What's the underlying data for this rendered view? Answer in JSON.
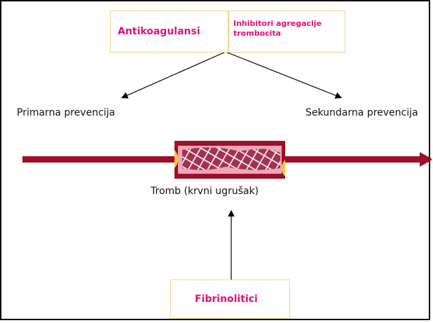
{
  "top_boxes": {
    "left_label": "Antikoagulansi",
    "right_label_line1": "Inhibitori agregacije",
    "right_label_line2": "trombocita"
  },
  "left_label": "Primarna prevencija",
  "right_label": "Sekundarna prevencija",
  "center_label": "Tromb (krvni ugrušak)",
  "bottom_box_label": "Fibrinolitici",
  "colors": {
    "accent_text": "#e0107a",
    "box_border": "#f3d58a",
    "vessel": "#9b0f2a",
    "clot_bg": "#f2a5b6",
    "clot_fiber": "#ffffff",
    "plaque": "#f5c542"
  }
}
